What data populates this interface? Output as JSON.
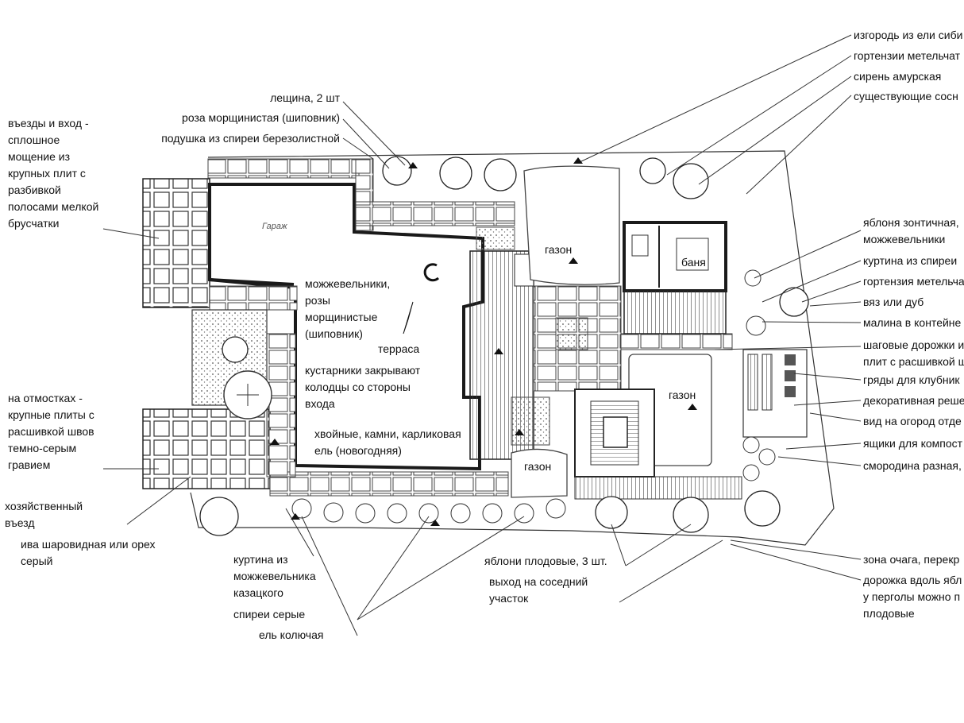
{
  "plan": {
    "garage": "Гараж",
    "lawn_top": "газон",
    "lawn_right": "газон",
    "lawn_bottom": "газон",
    "bath": "баня",
    "terrace_text": "терраса",
    "terrace_notes": [
      "можжевельники,",
      "розы",
      "морщинистые",
      "(шиповник)"
    ],
    "shrubs_note": [
      "кустарники закрывают",
      "колодцы со стороны",
      "входа"
    ],
    "conifers_note": [
      "хвойные, камни, карликовая",
      "ель (новогодняя)"
    ]
  },
  "labels_left": {
    "entrances": [
      "въезды и вход -",
      "сплошное",
      "мощение из",
      "крупных плит с",
      "разбивкой",
      "полосами мелкой",
      "брусчатки"
    ],
    "blind_area": [
      "на отмостках -",
      "крупные плиты с",
      "расшивкой швов",
      "темно-серым",
      "гравием"
    ],
    "utility_entry": [
      "хозяйственный",
      "въезд"
    ],
    "willow": [
      "ива шаровидная или орех",
      "серый"
    ]
  },
  "labels_top": {
    "hazel": "лещина, 2 шт",
    "rose": "роза морщинистая (шиповник)",
    "spirea_cushion": "подушка из спиреи березолистной"
  },
  "labels_right": [
    [
      "изгородь из ели сиби"
    ],
    [
      "гортензии метельчат"
    ],
    [
      "сирень амурская"
    ],
    [
      "существующие сосн"
    ],
    [
      "яблоня зонтичная,",
      "можжевельники"
    ],
    [
      "куртина из спиреи"
    ],
    [
      "гортензия метельча"
    ],
    [
      "вяз или дуб"
    ],
    [
      "малина в контейне"
    ],
    [
      "шаговые дорожки и",
      "плит с расшивкой ш"
    ],
    [
      "гряды для клубник"
    ],
    [
      "декоративная реше"
    ],
    [
      "вид на огород отде"
    ],
    [
      "ящики для компост"
    ],
    [
      "смородина разная,"
    ],
    [
      "зона очага, перекр"
    ],
    [
      "дорожка вдоль ябл",
      "у перголы можно п",
      "плодовые"
    ]
  ],
  "labels_bottom": {
    "juniper_group": [
      "куртина из",
      "можжевельника",
      "казацкого"
    ],
    "spirea_grey": "спиреи серые",
    "spruce": "ель колючая",
    "apples": "яблони плодовые, 3 шт.",
    "exit": [
      "выход на соседний",
      "участок"
    ]
  },
  "colors": {
    "ink": "#111111",
    "paper": "#ffffff",
    "wall": "#2a2a2a",
    "gravel": "#9a9a9a"
  }
}
